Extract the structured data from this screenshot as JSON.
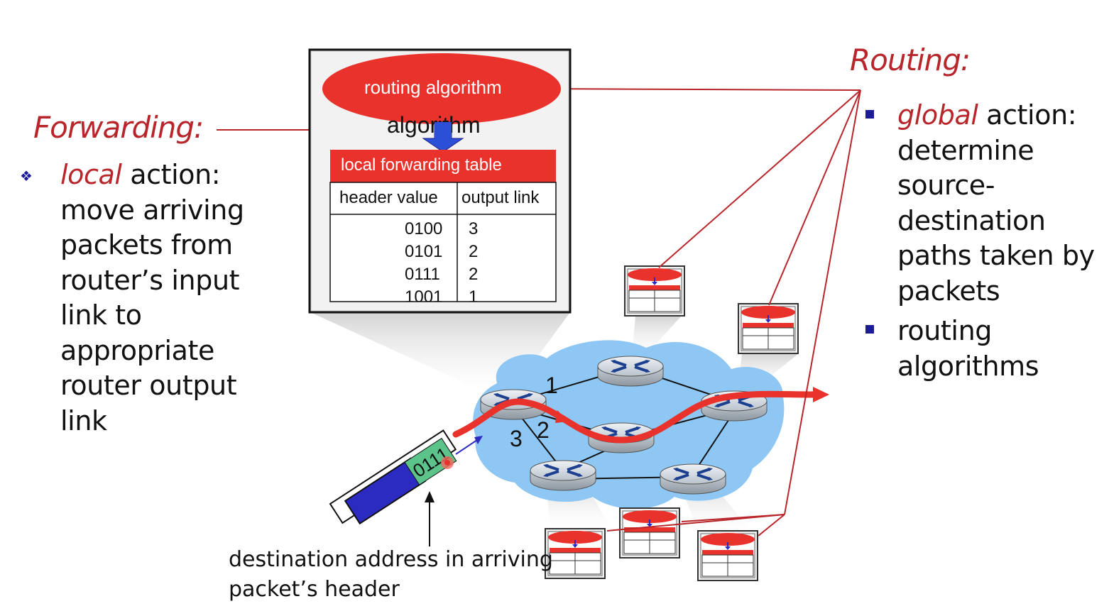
{
  "forwarding": {
    "title": "Forwarding:",
    "bullet_emphasis": "local",
    "bullet_lines": [
      " action:",
      "move arriving",
      "packets from",
      "router’s input",
      "link to",
      "appropriate",
      "router output",
      "link"
    ]
  },
  "routing": {
    "title": "Routing:",
    "bullet1_emphasis": "global",
    "bullet1_lines": [
      " action:",
      "determine",
      "source-",
      "destination",
      "paths taken by",
      "packets"
    ],
    "bullet2_lines": [
      "routing",
      "algorithms"
    ]
  },
  "router_box": {
    "algorithm_label": "routing algorithm",
    "algorithm_shadow_text": "algorithm",
    "table_title": "local forwarding table",
    "col_header_value": "header value",
    "col_output_link": "output link",
    "rows": [
      {
        "header": "0100",
        "link": "3"
      },
      {
        "header": "0101",
        "link": "2"
      },
      {
        "header": "0111",
        "link": "2"
      },
      {
        "header": "1001",
        "link": "1"
      }
    ]
  },
  "network": {
    "link_labels": [
      "1",
      "2",
      "3"
    ],
    "packet_header": "0111"
  },
  "caption": [
    "destination address in arriving",
    "packet’s header"
  ],
  "colors": {
    "accent_red": "#b8262b",
    "ellipse_red": "#e8322b",
    "cloud_blue": "#8ec7f4",
    "packet_blue": "#2b2bc2",
    "header_green": "#5cc48a",
    "bullet_blue": "#1c1c9a"
  }
}
